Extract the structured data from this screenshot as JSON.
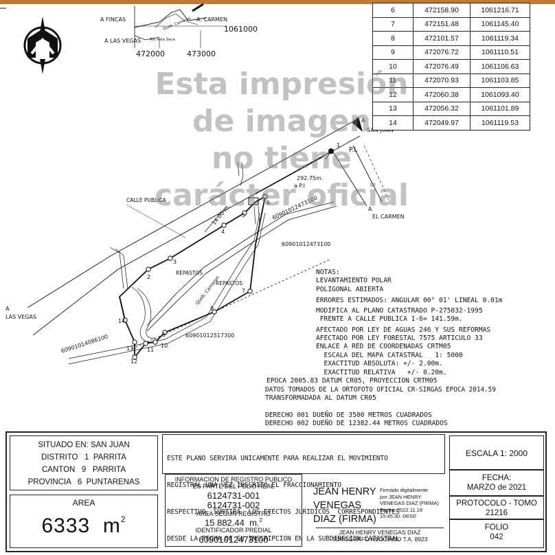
{
  "location_map": {
    "a_fincas": "A FINCAS",
    "a_carmen": "A. CARMEN",
    "a_las_vegas": "A LAS VEGAS",
    "rio_label": "Rio Pela Seca",
    "queb_label": "Queb. Camaron",
    "northing": "1061000",
    "easting_1": "472000",
    "easting_2": "473000"
  },
  "coord_table": [
    {
      "pt": "6",
      "x": "472158.90",
      "y": "1061216.71"
    },
    {
      "pt": "7",
      "x": "472151.48",
      "y": "1061145.40"
    },
    {
      "pt": "8",
      "x": "472101.57",
      "y": "1061119.34"
    },
    {
      "pt": "9",
      "x": "472076.72",
      "y": "1061110.51"
    },
    {
      "pt": "10",
      "x": "472076.49",
      "y": "1061106.63"
    },
    {
      "pt": "11",
      "x": "472070.93",
      "y": "1061103.85"
    },
    {
      "pt": "12",
      "x": "472060.38",
      "y": "1061093.40"
    },
    {
      "pt": "13",
      "x": "472056.32",
      "y": "1061101.89"
    },
    {
      "pt": "14",
      "x": "472049.97",
      "y": "1061119.53"
    }
  ],
  "watermark": [
    "Esta impresión",
    "de imagen",
    "no tiene",
    "carácter oficial"
  ],
  "plan": {
    "san_juan": "SAN JUAN",
    "a_san_juan": "A",
    "pi": "P.I.",
    "el_carmen": "EL CARMEN",
    "a_el_carmen": "A",
    "distance": "292.75m.",
    "distance_sub": "a P.I",
    "width": "14.00 m.",
    "calle_publica": "CALLE PUBLICA",
    "repastos_1": "REPASTOS",
    "repastos_2": "REPASTOS",
    "quebrada": "Queb. Camaron",
    "a_las_vegas_1": "A",
    "a_las_vegas_2": "LAS VEGAS",
    "parcel_1": "60901012473100",
    "parcel_2": "60901012473100",
    "parcel_3": "60901012517300",
    "parcel_4": "60901014086100",
    "points": [
      "1",
      "2",
      "3",
      "4",
      "5",
      "6",
      "7",
      "8",
      "9",
      "10",
      "11",
      "12",
      "13",
      "14"
    ]
  },
  "notes": [
    "NOTAS:",
    "LEVANTAMIENTO POLAR",
    "POLIGONAL ABIERTA",
    "ERRORES ESTIMADOS: ANGULAR 00° 01' LINEAL 0.01m",
    "MODIFICA AL PLANO CATASTRADO P-275032-1995",
    " FRENTE A CALLE PUBLICA 1-6= 141.59m.",
    "AFECTADO POR LEY DE AGUAS 246 Y SUS REFORMAS",
    "AFECTADO POR LEY FORESTAL 7575 ARTICULO 33",
    "ENLACE A RED DE COORDENADAS CRTM05",
    "  ESCALA DEL MAPA CATASTRAL   1: 5000",
    "  EXACTITUD ABSOLUTA: +/- 2.00m.",
    "  EXACTITUD RELATIVA   +/- 0.20m.",
    "EPOCA 2005.83 DATUM CR05, PROYECCION CRTM05",
    "DATOS TOMADOS DE LA ORTOFOTO OFICIAL CR-SIRGAS EPOCA 2014.59",
    "TRANSFORMADADA AL DATUM CR05",
    "DERECHO 001 DUEÑO DE 3500 METROS CUADRADOS",
    "DERECHO 002 DUEÑO DE 12382.44 METROS CUADRADOS"
  ],
  "title_block": {
    "situado_label": "SITUADO EN:",
    "situado_value": "SAN JUAN",
    "distrito": "DISTRITO   1  PARRITA",
    "canton": "CANTON   9   PARRITA",
    "provincia": "PROVINCIA   6  PUNTARENAS",
    "area_label": "AREA",
    "area_value": "6333  m",
    "area_sup": "2",
    "notice_lines": [
      "ESTE PLANO SERVIRA UNICAMENTE PARA REALIZAR EL MOVIMIENTO",
      "REGISTRAL UNA VEZ INSCRITO EL FRACCIONAMIENTO",
      "RESPECTIVO, SURTIRA  LOS EFECTOS JURIDICOS  CORRESPONDIENTES",
      "DESDE LA FECHA DE SU INSCRIPCION EN LA SUBDIRECION CATASTRAL"
    ],
    "registro_title_1": "INFORMACION DE REGISTRO PUBLICO",
    "registro_title_2": "ES PARTE DEL FOLIO REAL",
    "folio_1": "6124731-001",
    "folio_2": "6124731-002",
    "area_registro_label": "AREA SEGUN REGISTRO",
    "area_registro_value": "15 882.44  m.",
    "area_registro_sup": "2",
    "identificador_label": "IDENTIFICADOR PREDIAL",
    "identificador_value": "60901012473100",
    "signer_big_1": "JEAN HENRY",
    "signer_big_2": "VENEGAS",
    "signer_big_3": "DIAZ (FIRMA)",
    "signed_1": "Firmado digitalmente",
    "signed_2": "por JEAN HENRY",
    "signed_3": "VENEGAS DIAZ (FIRMA)",
    "signed_4": "Fecha: 2022.11.18",
    "signed_5": "15:45:30 -06'00'",
    "topografo_name": "JEAN HENRY VENEGAS DIAZ",
    "topografo_title": "TOPOGRAFO ASOCIADO T.A. 8923",
    "escala": "ESCALA 1: 2000",
    "fecha_label": "FECHA:",
    "fecha_value": "MARZO de 2021",
    "protocolo_label": "PROTOCOLO - TOMO",
    "protocolo_value": "21216",
    "folio_label": "FOLIO",
    "folio_value": "042"
  }
}
